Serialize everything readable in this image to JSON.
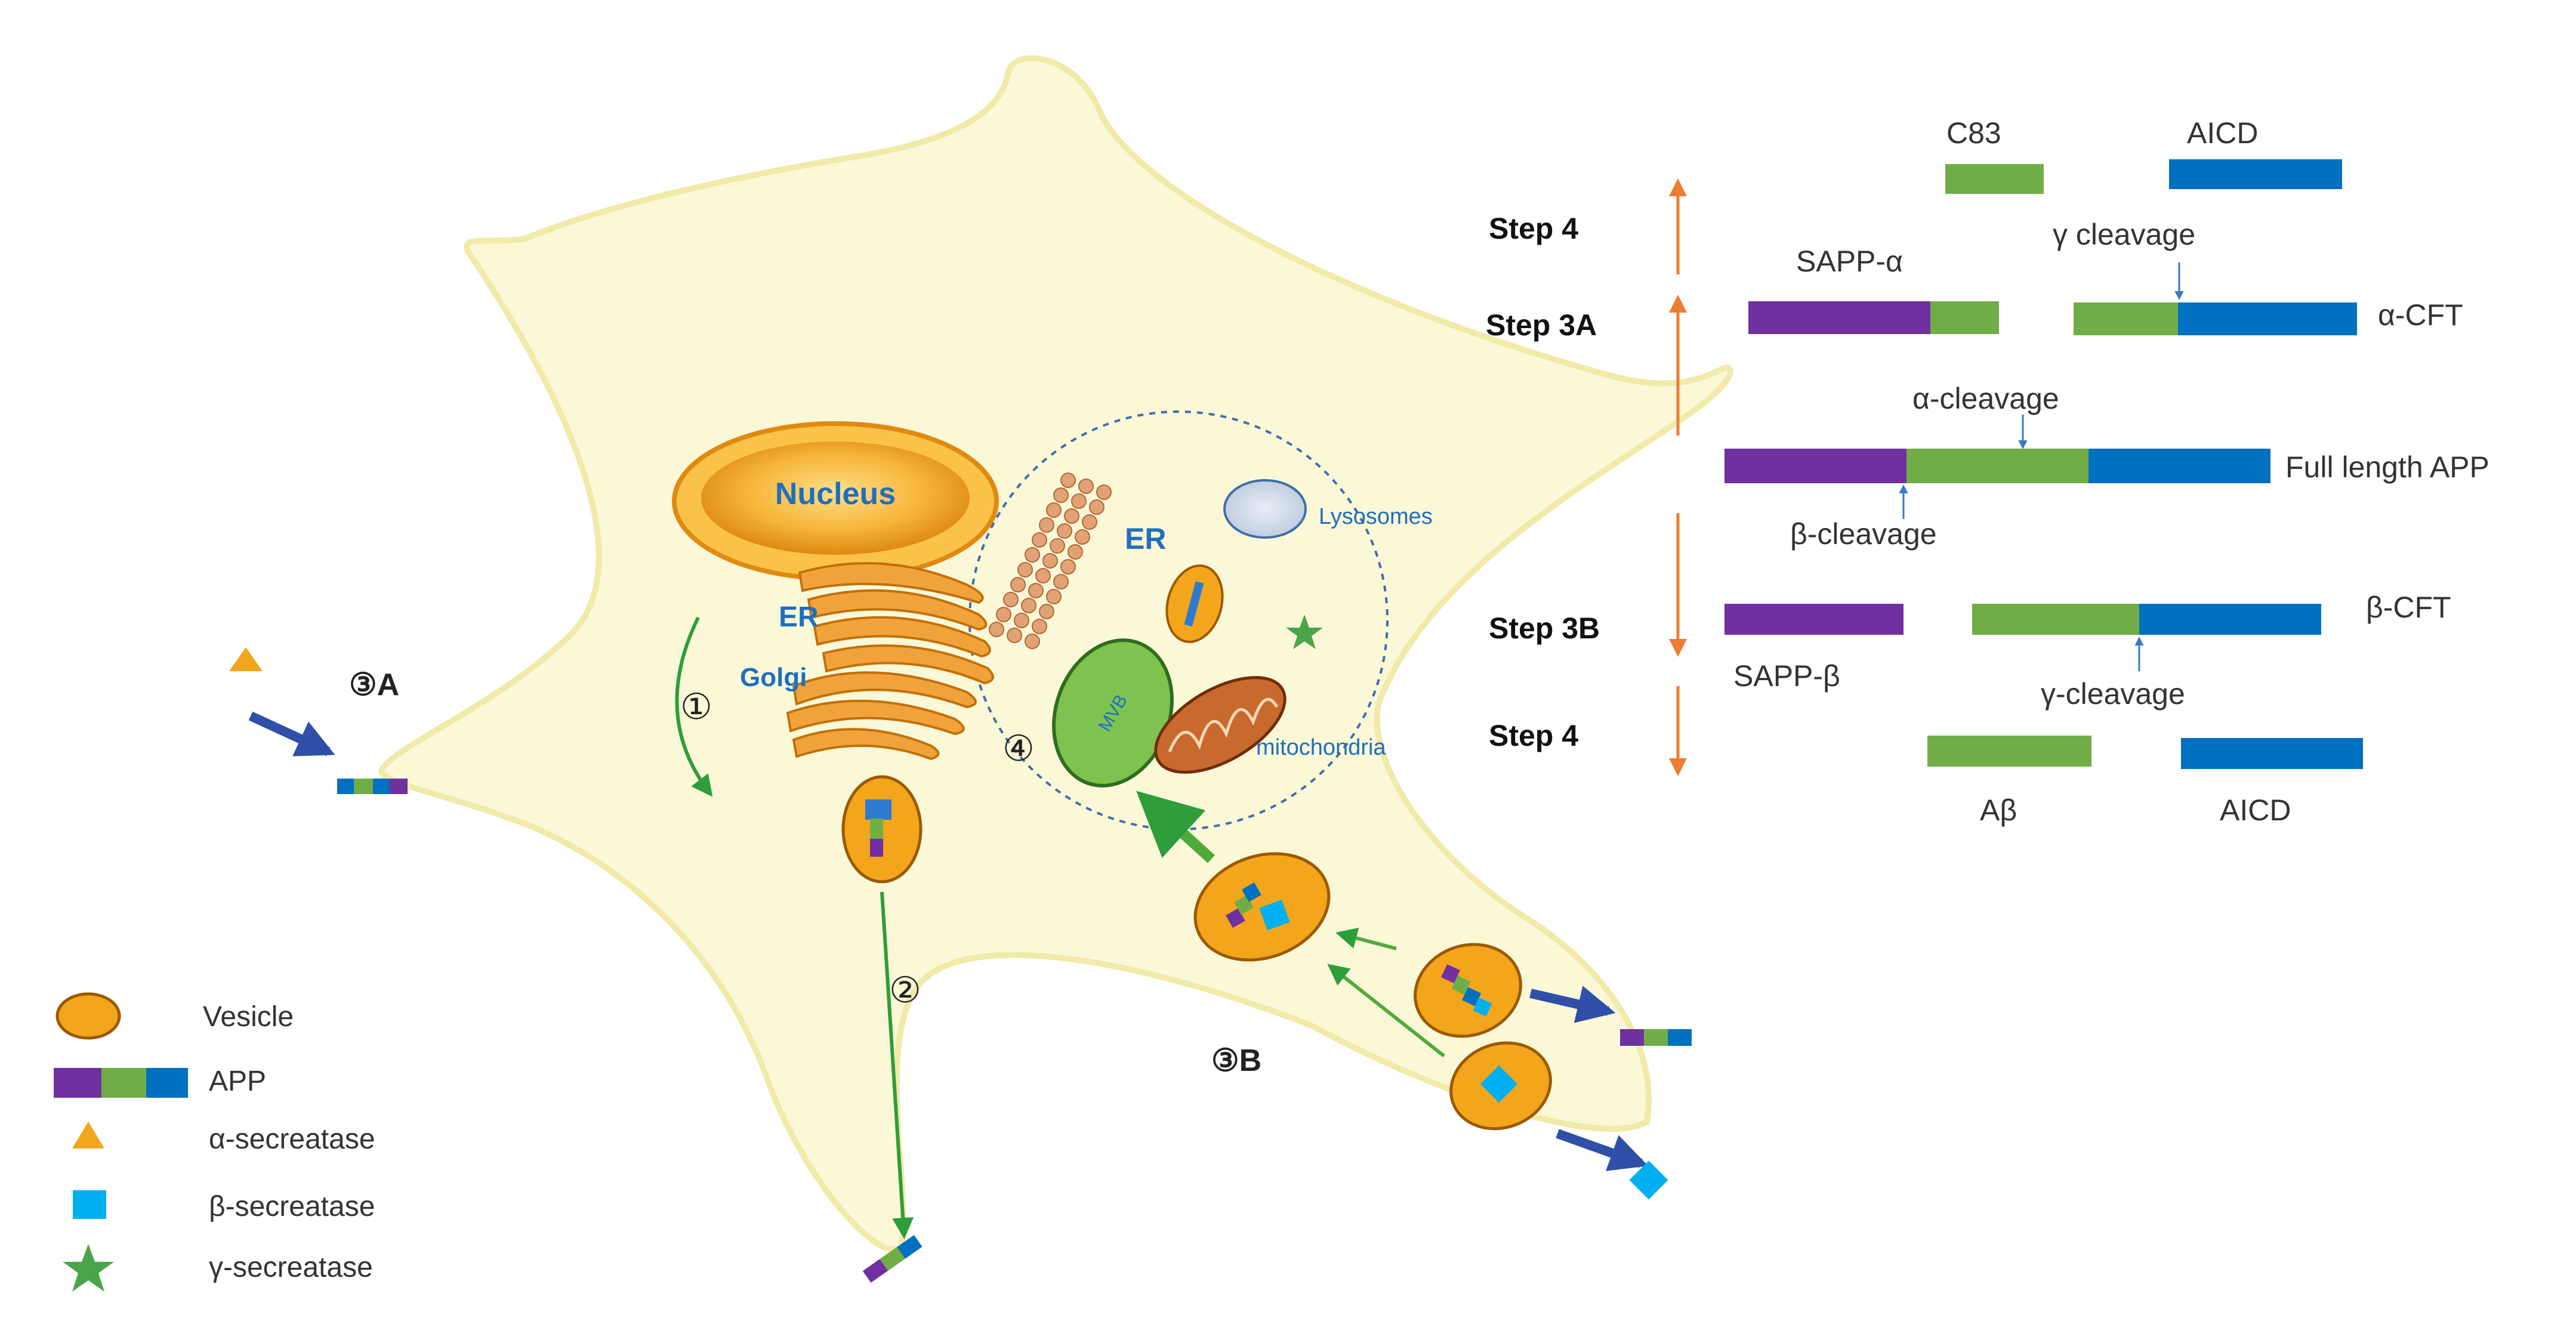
{
  "cell": {
    "nucleus": "Nucleus",
    "er_left": "ER",
    "golgi": "Golgi",
    "er_right": "ER",
    "lysosomes": "Lysosomes",
    "mitochondria": "mitochondria",
    "mvb": "MVB",
    "pathway_1": "①",
    "pathway_2": "②",
    "pathway_3a": "③A",
    "pathway_3b": "③B",
    "pathway_4": "④"
  },
  "legend": {
    "vesicle": "Vesicle",
    "app": "APP",
    "alpha_secretase": "α-secreatase",
    "beta_secretase": "β-secreatase",
    "gamma_secretase": "γ-secreatase"
  },
  "processing": {
    "step4_top": "Step 4",
    "step3a": "Step 3A",
    "step3b": "Step 3B",
    "step4_bottom": "Step 4",
    "c83": "C83",
    "aicd_top": "AICD",
    "gamma_cleavage_top": "γ  cleavage",
    "sapp_alpha": "SAPP-α",
    "alpha_ctf": "α-CFT",
    "alpha_cleavage": "α-cleavage",
    "full_length_app": "Full length APP",
    "beta_cleavage": "β-cleavage",
    "sapp_beta": "SAPP-β",
    "beta_ctf": "β-CFT",
    "gamma_cleavage_bottom": "γ-cleavage",
    "abeta": "Aβ",
    "aicd_bottom": "AICD"
  },
  "colors": {
    "cell_fill": "#fbf8d8",
    "vesicle_orange": "#f3a51c",
    "app_purple": "#7030a0",
    "app_green": "#70ad47",
    "app_blue": "#0070c0",
    "beta_secretase": "#00b0f0",
    "arrow_orange": "#ed7d31",
    "text_blue": "#1f6fc0"
  }
}
